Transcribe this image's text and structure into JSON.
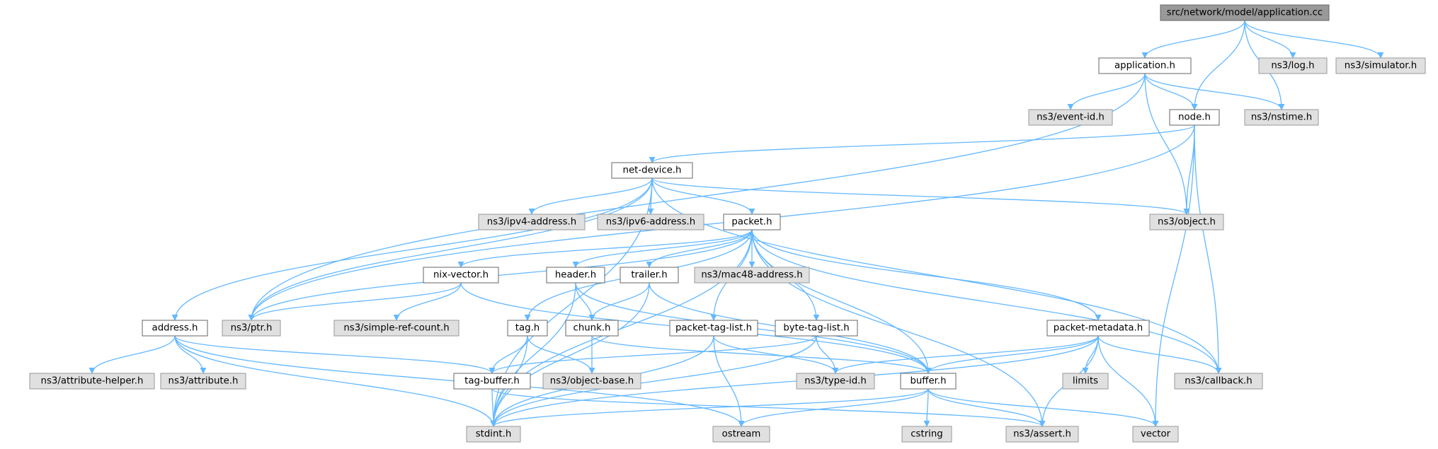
{
  "graph": {
    "colors": {
      "edge": "#63b8ff",
      "root_fill": "#999999",
      "local_fill": "#ffffff",
      "system_fill": "#e0e0e0",
      "border": "#666666"
    },
    "nodes": [
      {
        "id": "root",
        "label": "src/network/model/application.cc",
        "kind": "root"
      },
      {
        "id": "application_h",
        "label": "application.h",
        "kind": "local"
      },
      {
        "id": "ns3_log_h",
        "label": "ns3/log.h",
        "kind": "system"
      },
      {
        "id": "ns3_simulator_h",
        "label": "ns3/simulator.h",
        "kind": "system"
      },
      {
        "id": "ns3_event_id_h",
        "label": "ns3/event-id.h",
        "kind": "system"
      },
      {
        "id": "node_h",
        "label": "node.h",
        "kind": "local"
      },
      {
        "id": "ns3_nstime_h",
        "label": "ns3/nstime.h",
        "kind": "system"
      },
      {
        "id": "net_device_h",
        "label": "net-device.h",
        "kind": "local"
      },
      {
        "id": "ns3_ipv4_address_h",
        "label": "ns3/ipv4-address.h",
        "kind": "system"
      },
      {
        "id": "ns3_ipv6_address_h",
        "label": "ns3/ipv6-address.h",
        "kind": "system"
      },
      {
        "id": "packet_h",
        "label": "packet.h",
        "kind": "local"
      },
      {
        "id": "ns3_object_h",
        "label": "ns3/object.h",
        "kind": "system"
      },
      {
        "id": "nix_vector_h",
        "label": "nix-vector.h",
        "kind": "local"
      },
      {
        "id": "header_h",
        "label": "header.h",
        "kind": "local"
      },
      {
        "id": "trailer_h",
        "label": "trailer.h",
        "kind": "local"
      },
      {
        "id": "ns3_mac48_address_h",
        "label": "ns3/mac48-address.h",
        "kind": "system"
      },
      {
        "id": "address_h",
        "label": "address.h",
        "kind": "local"
      },
      {
        "id": "ns3_ptr_h",
        "label": "ns3/ptr.h",
        "kind": "system"
      },
      {
        "id": "ns3_simple_ref_count_h",
        "label": "ns3/simple-ref-count.h",
        "kind": "system"
      },
      {
        "id": "tag_h",
        "label": "tag.h",
        "kind": "local"
      },
      {
        "id": "chunk_h",
        "label": "chunk.h",
        "kind": "local"
      },
      {
        "id": "packet_tag_list_h",
        "label": "packet-tag-list.h",
        "kind": "local"
      },
      {
        "id": "byte_tag_list_h",
        "label": "byte-tag-list.h",
        "kind": "local"
      },
      {
        "id": "packet_metadata_h",
        "label": "packet-metadata.h",
        "kind": "local"
      },
      {
        "id": "ns3_attribute_helper_h",
        "label": "ns3/attribute-helper.h",
        "kind": "system"
      },
      {
        "id": "ns3_attribute_h",
        "label": "ns3/attribute.h",
        "kind": "system"
      },
      {
        "id": "tag_buffer_h",
        "label": "tag-buffer.h",
        "kind": "local"
      },
      {
        "id": "ns3_object_base_h",
        "label": "ns3/object-base.h",
        "kind": "system"
      },
      {
        "id": "ns3_type_id_h",
        "label": "ns3/type-id.h",
        "kind": "system"
      },
      {
        "id": "buffer_h",
        "label": "buffer.h",
        "kind": "local"
      },
      {
        "id": "limits",
        "label": "limits",
        "kind": "system"
      },
      {
        "id": "ns3_callback_h",
        "label": "ns3/callback.h",
        "kind": "system"
      },
      {
        "id": "stdint_h",
        "label": "stdint.h",
        "kind": "system"
      },
      {
        "id": "ostream",
        "label": "ostream",
        "kind": "system"
      },
      {
        "id": "cstring",
        "label": "cstring",
        "kind": "system"
      },
      {
        "id": "ns3_assert_h",
        "label": "ns3/assert.h",
        "kind": "system"
      },
      {
        "id": "vector",
        "label": "vector",
        "kind": "system"
      }
    ],
    "edges": [
      [
        "root",
        "application_h"
      ],
      [
        "root",
        "node_h"
      ],
      [
        "root",
        "ns3_nstime_h"
      ],
      [
        "root",
        "ns3_log_h"
      ],
      [
        "root",
        "ns3_simulator_h"
      ],
      [
        "application_h",
        "ns3_event_id_h"
      ],
      [
        "application_h",
        "node_h"
      ],
      [
        "application_h",
        "ns3_nstime_h"
      ],
      [
        "application_h",
        "ns3_object_h"
      ],
      [
        "application_h",
        "ns3_ptr_h"
      ],
      [
        "node_h",
        "net_device_h"
      ],
      [
        "node_h",
        "ns3_object_h"
      ],
      [
        "node_h",
        "ns3_callback_h"
      ],
      [
        "node_h",
        "vector"
      ],
      [
        "node_h",
        "ns3_ptr_h"
      ],
      [
        "net_device_h",
        "ns3_ipv4_address_h"
      ],
      [
        "net_device_h",
        "ns3_ipv6_address_h"
      ],
      [
        "net_device_h",
        "packet_h"
      ],
      [
        "net_device_h",
        "ns3_object_h"
      ],
      [
        "net_device_h",
        "address_h"
      ],
      [
        "net_device_h",
        "ns3_ptr_h"
      ],
      [
        "net_device_h",
        "stdint_h"
      ],
      [
        "net_device_h",
        "ns3_callback_h"
      ],
      [
        "packet_h",
        "nix_vector_h"
      ],
      [
        "packet_h",
        "header_h"
      ],
      [
        "packet_h",
        "trailer_h"
      ],
      [
        "packet_h",
        "ns3_mac48_address_h"
      ],
      [
        "packet_h",
        "tag_h"
      ],
      [
        "packet_h",
        "packet_tag_list_h"
      ],
      [
        "packet_h",
        "byte_tag_list_h"
      ],
      [
        "packet_h",
        "packet_metadata_h"
      ],
      [
        "packet_h",
        "buffer_h"
      ],
      [
        "packet_h",
        "ns3_callback_h"
      ],
      [
        "packet_h",
        "ns3_assert_h"
      ],
      [
        "packet_h",
        "ns3_ptr_h"
      ],
      [
        "packet_h",
        "stdint_h"
      ],
      [
        "nix_vector_h",
        "ns3_ptr_h"
      ],
      [
        "nix_vector_h",
        "ns3_simple_ref_count_h"
      ],
      [
        "nix_vector_h",
        "buffer_h"
      ],
      [
        "header_h",
        "chunk_h"
      ],
      [
        "header_h",
        "buffer_h"
      ],
      [
        "header_h",
        "stdint_h"
      ],
      [
        "trailer_h",
        "chunk_h"
      ],
      [
        "trailer_h",
        "buffer_h"
      ],
      [
        "trailer_h",
        "stdint_h"
      ],
      [
        "address_h",
        "ns3_attribute_helper_h"
      ],
      [
        "address_h",
        "ns3_attribute_h"
      ],
      [
        "address_h",
        "tag_buffer_h"
      ],
      [
        "address_h",
        "stdint_h"
      ],
      [
        "address_h",
        "ostream"
      ],
      [
        "tag_h",
        "tag_buffer_h"
      ],
      [
        "tag_h",
        "ns3_object_base_h"
      ],
      [
        "tag_h",
        "stdint_h"
      ],
      [
        "chunk_h",
        "ns3_object_base_h"
      ],
      [
        "chunk_h",
        "buffer_h"
      ],
      [
        "packet_tag_list_h",
        "ns3_type_id_h"
      ],
      [
        "packet_tag_list_h",
        "stdint_h"
      ],
      [
        "packet_tag_list_h",
        "ostream"
      ],
      [
        "byte_tag_list_h",
        "tag_buffer_h"
      ],
      [
        "byte_tag_list_h",
        "ns3_type_id_h"
      ],
      [
        "byte_tag_list_h",
        "stdint_h"
      ],
      [
        "packet_metadata_h",
        "buffer_h"
      ],
      [
        "packet_metadata_h",
        "ns3_type_id_h"
      ],
      [
        "packet_metadata_h",
        "limits"
      ],
      [
        "packet_metadata_h",
        "ns3_callback_h"
      ],
      [
        "packet_metadata_h",
        "vector"
      ],
      [
        "packet_metadata_h",
        "ns3_assert_h"
      ],
      [
        "packet_metadata_h",
        "stdint_h"
      ],
      [
        "tag_buffer_h",
        "stdint_h"
      ],
      [
        "tag_buffer_h",
        "ns3_assert_h"
      ],
      [
        "buffer_h",
        "cstring"
      ],
      [
        "buffer_h",
        "ns3_assert_h"
      ],
      [
        "buffer_h",
        "vector"
      ],
      [
        "buffer_h",
        "ostream"
      ],
      [
        "buffer_h",
        "stdint_h"
      ]
    ]
  }
}
